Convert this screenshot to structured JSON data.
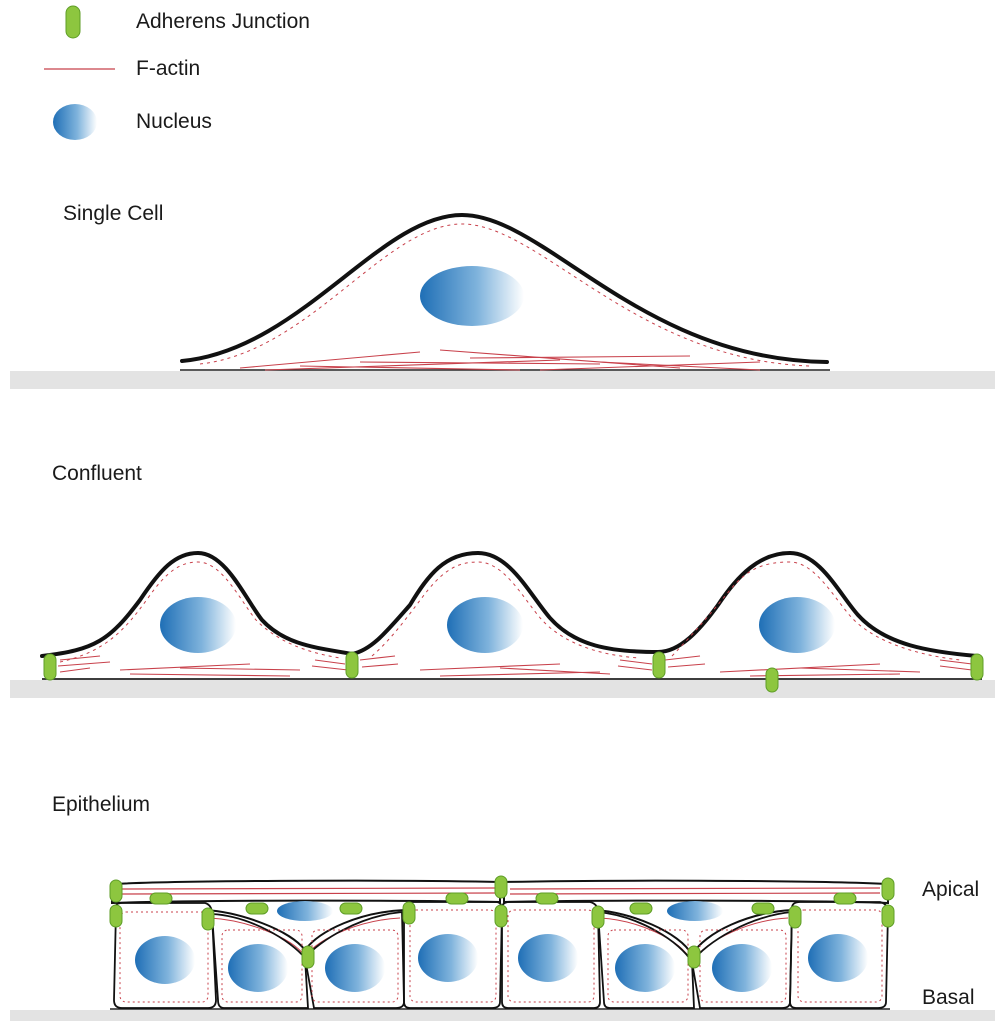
{
  "legend": {
    "adherens_junction": "Adherens Junction",
    "f_actin": "F-actin",
    "nucleus": "Nucleus"
  },
  "panels": {
    "single_cell": "Single Cell",
    "confluent": "Confluent",
    "epithelium": "Epithelium"
  },
  "side_labels": {
    "apical": "Apical",
    "basal": "Basal"
  },
  "colors": {
    "junction": "#8dc63f",
    "junction_dark": "#5f9e27",
    "actin": "#c8414b",
    "nucleus_dark": "#1f6fb6",
    "nucleus_light": "#ffffff",
    "outline": "#111111",
    "substrate": "#e3e3e3"
  }
}
